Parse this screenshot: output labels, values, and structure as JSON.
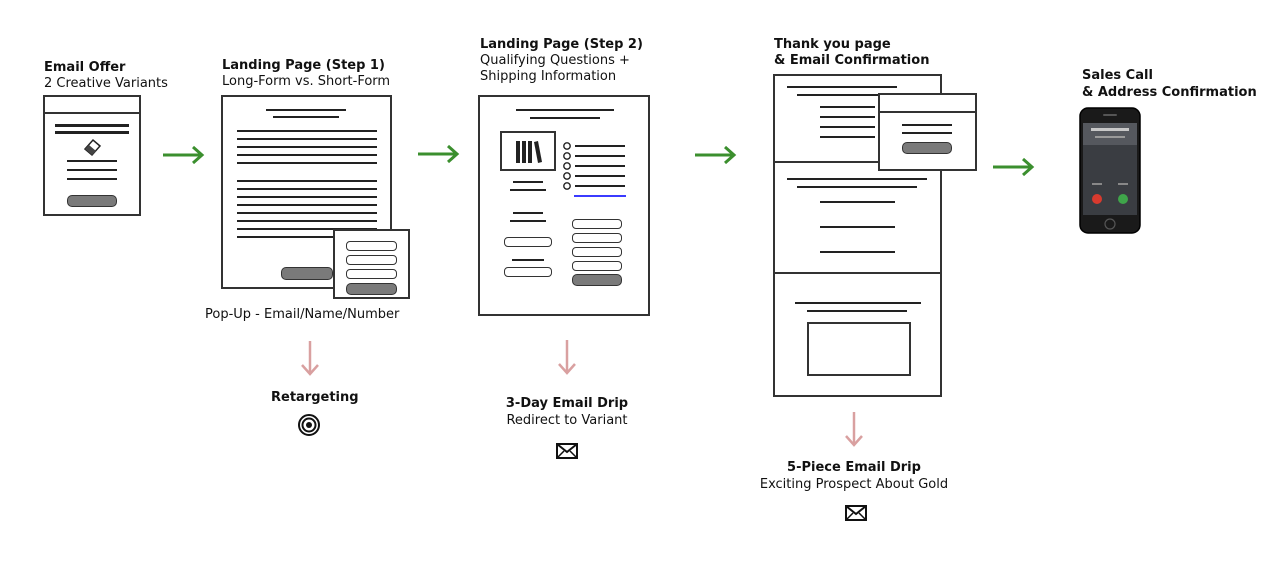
{
  "steps": {
    "email_offer": {
      "title": "Email Offer",
      "subtitle": "2 Creative Variants"
    },
    "landing1": {
      "title": "Landing Page (Step 1)",
      "subtitle": "Long-Form vs. Short-Form",
      "caption": "Pop-Up - Email/Name/Number"
    },
    "landing2": {
      "title": "Landing Page (Step 2)",
      "subtitle_line1": "Qualifying Questions +",
      "subtitle_line2": "Shipping Information"
    },
    "thankyou": {
      "title_line1": "Thank you page",
      "title_line2": "& Email Confirmation"
    },
    "sales": {
      "title_line1": "Sales Call",
      "title_line2": "& Address Confirmation"
    }
  },
  "branches": {
    "retargeting": {
      "title": "Retargeting"
    },
    "drip3": {
      "title": "3-Day Email Drip",
      "subtitle": "Redirect to Variant"
    },
    "drip5": {
      "title": "5-Piece Email Drip",
      "subtitle": "Exciting Prospect About Gold"
    }
  },
  "colors": {
    "flow_arrow": "#3b8f2e",
    "branch_arrow": "#d9a0a0",
    "line_link": "#3b3bff"
  },
  "icons": [
    "eraser-icon",
    "target-icon",
    "envelope-icon",
    "smartphone-icon",
    "book-icon"
  ]
}
